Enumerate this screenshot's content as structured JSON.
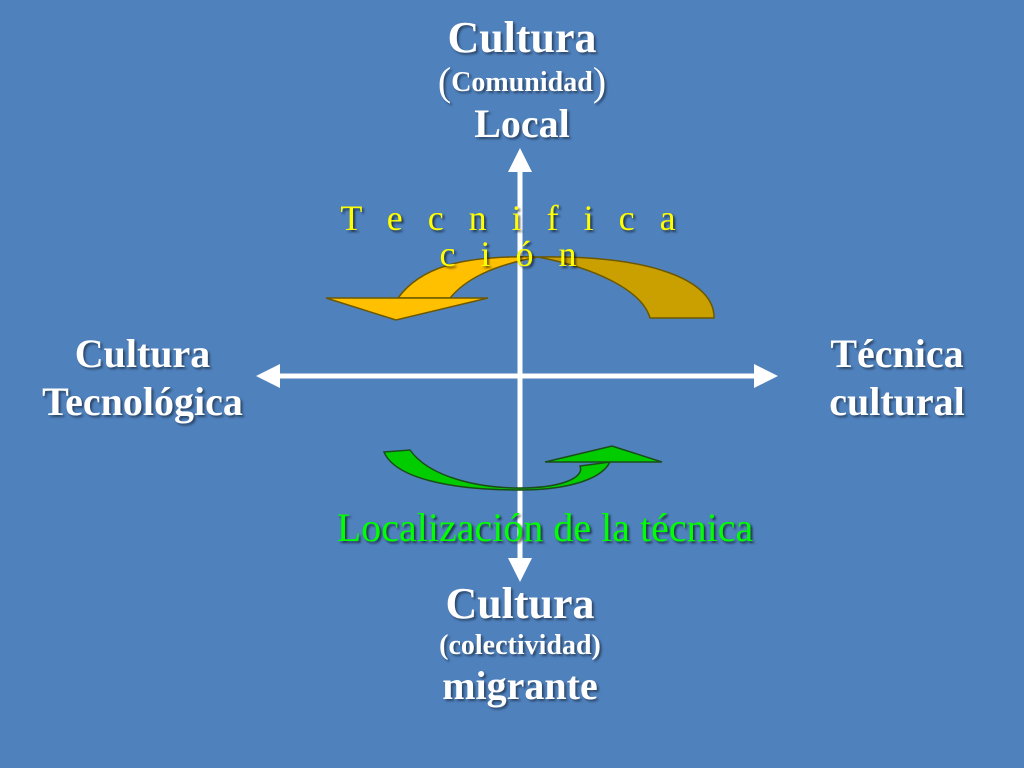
{
  "top": {
    "line1": "Cultura",
    "line2": "Comunidad",
    "line3": "Local",
    "paren_open": "(",
    "paren_close": ")"
  },
  "left": {
    "line1": "Cultura",
    "line2": "Tecnológica"
  },
  "right": {
    "line1": "Técnica",
    "line2": "cultural"
  },
  "bottom": {
    "line1": "Cultura",
    "line2": "(colectividad)",
    "line3": "migrante"
  },
  "upper_cycle_label": "T e c n i f i c a c i ó n",
  "lower_cycle_label": "Localización de la técnica",
  "colors": {
    "background": "#4f81bd",
    "axes": "#ffffff",
    "upper_arrow_light": "#ffc000",
    "upper_arrow_dark": "#c9a000",
    "lower_arrow": "#00cc00",
    "upper_label": "#ffff00",
    "lower_label": "#00ff00"
  }
}
